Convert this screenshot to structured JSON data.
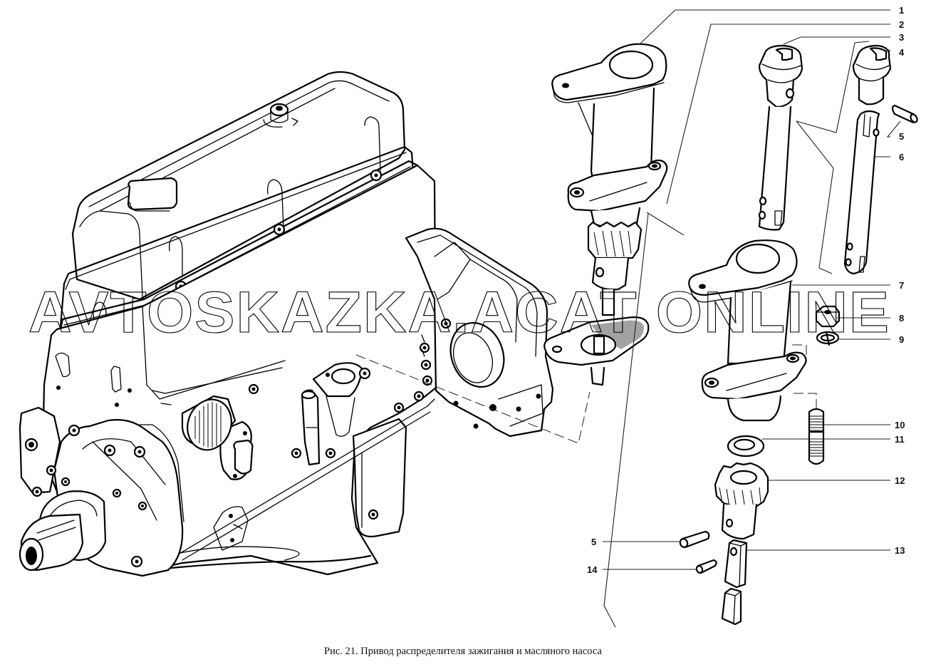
{
  "figure": {
    "caption": "Рис. 21. Привод распределителя зажигания и масляного насоса",
    "watermark": "AVTOSKAZKA.ACAT ONLINE",
    "line_color": "#000000",
    "background_color": "#ffffff"
  },
  "components": {
    "engine": "engine-block-assembly",
    "parts": [
      {
        "number": "1",
        "part": "distributor-drive-housing"
      },
      {
        "number": "2",
        "part": "drive-shaft-with-gear"
      },
      {
        "number": "3",
        "part": "drive-shaft-upper"
      },
      {
        "number": "4",
        "part": "slotted-coupling-bushing"
      },
      {
        "number": "5",
        "part": "pin"
      },
      {
        "number": "6",
        "part": "slotted-drive-shaft"
      },
      {
        "number": "7",
        "part": "oil-pump-drive-housing"
      },
      {
        "number": "8",
        "part": "nut"
      },
      {
        "number": "9",
        "part": "spring-washer"
      },
      {
        "number": "10",
        "part": "stud"
      },
      {
        "number": "11",
        "part": "gasket-washer"
      },
      {
        "number": "12",
        "part": "drive-gear"
      },
      {
        "number": "13",
        "part": "coupling-block"
      },
      {
        "number": "14",
        "part": "pin"
      }
    ]
  },
  "callouts": {
    "c1": "1",
    "c2": "2",
    "c3": "3",
    "c4": "4",
    "c5a": "5",
    "c6": "6",
    "c7": "7",
    "c8": "8",
    "c9": "9",
    "c10": "10",
    "c11": "11",
    "c12": "12",
    "c13": "13",
    "c5b": "5",
    "c14": "14"
  }
}
